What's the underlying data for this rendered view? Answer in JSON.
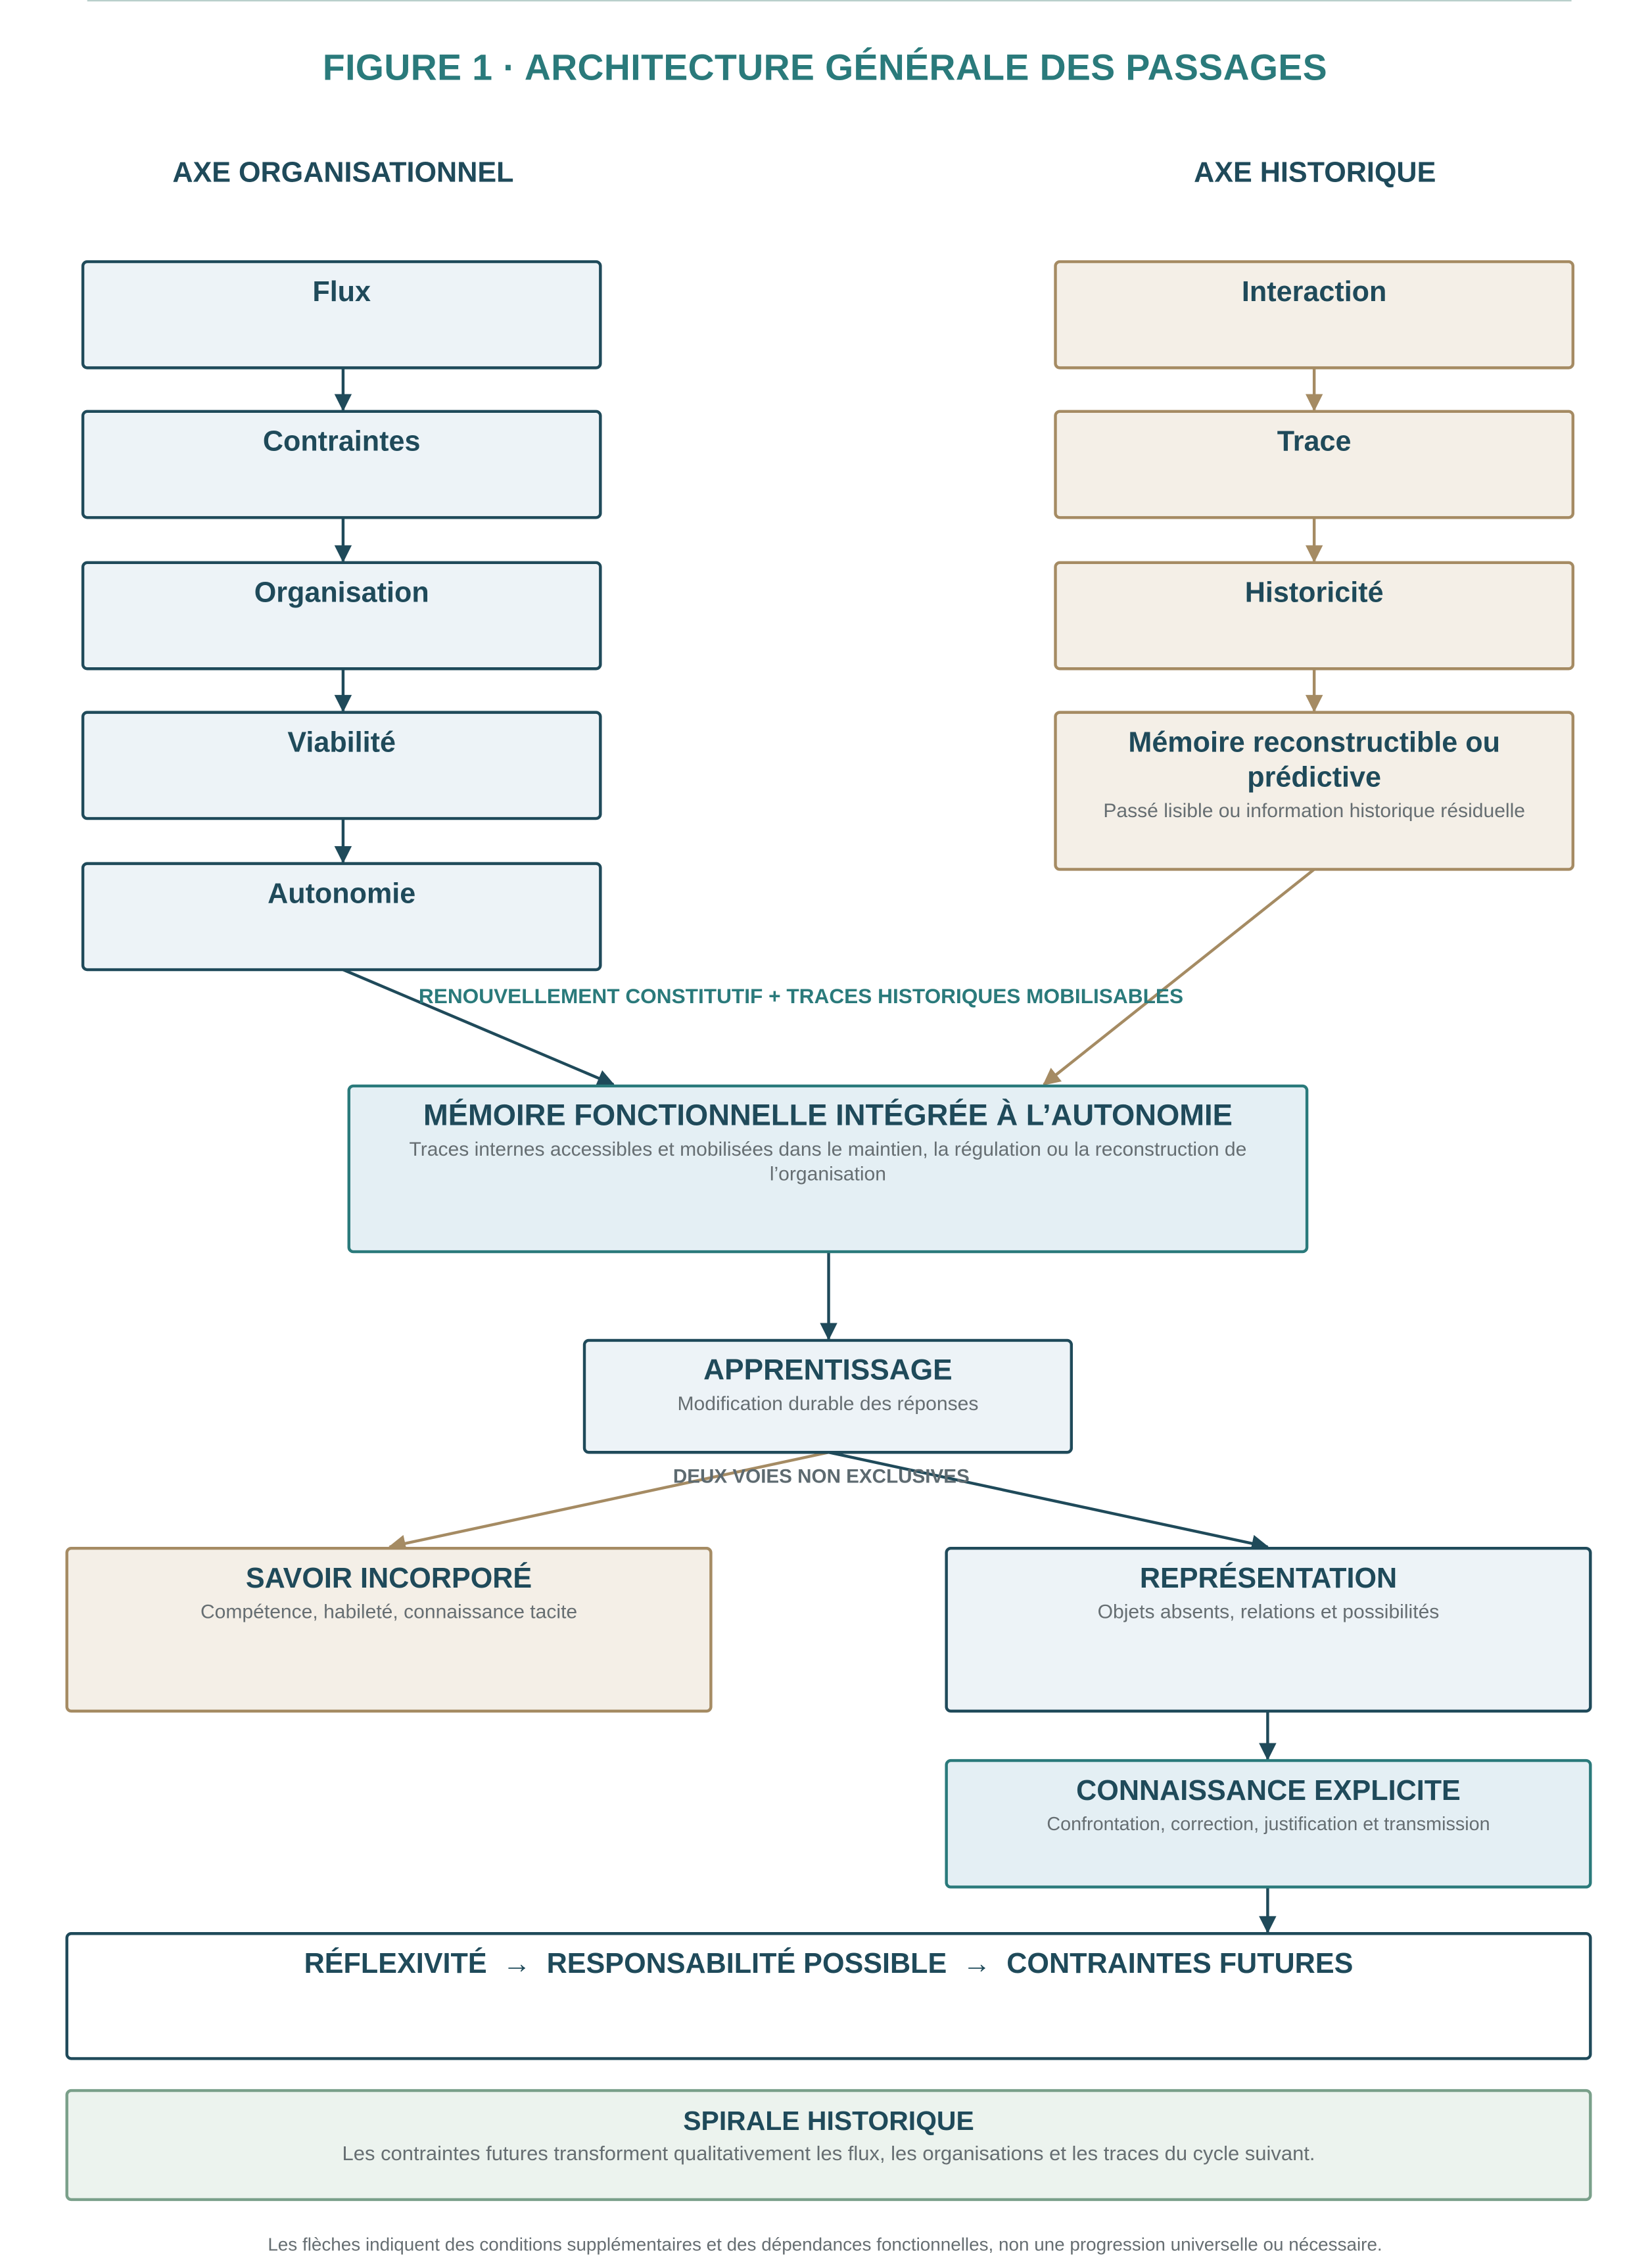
{
  "title": "FIGURE 1 · ARCHITECTURE GÉNÉRALE DES PASSAGES",
  "axes": {
    "left": "AXE ORGANISATIONNEL",
    "right": "AXE HISTORIQUE"
  },
  "org_column": [
    "Flux",
    "Contraintes",
    "Organisation",
    "Viabilité",
    "Autonomie"
  ],
  "hist_column": {
    "items": [
      "Interaction",
      "Trace",
      "Historicité"
    ],
    "memory": {
      "title": "Mémoire reconstructible ou prédictive",
      "subtitle": "Passé lisible ou information historique résiduelle"
    }
  },
  "junction_label": "RENOUVELLEMENT CONSTITUTIF  +  TRACES HISTORIQUES MOBILISABLES",
  "functional_memory": {
    "title": "MÉMOIRE FONCTIONNELLE INTÉGRÉE À L’AUTONOMIE",
    "subtitle": "Traces internes accessibles et mobilisées dans le maintien, la régulation ou la reconstruction de l’organisation"
  },
  "learning": {
    "title": "APPRENTISSAGE",
    "subtitle": "Modification durable des réponses"
  },
  "branch_label": "DEUX VOIES NON EXCLUSIVES",
  "embodied": {
    "title": "SAVOIR INCORPORÉ",
    "subtitle": "Compétence, habileté, connaissance tacite"
  },
  "representation": {
    "title": "REPRÉSENTATION",
    "subtitle": "Objets absents, relations et possibilités"
  },
  "explicit": {
    "title": "CONNAISSANCE EXPLICITE",
    "subtitle": "Confrontation, correction, justification et transmission"
  },
  "reflexivity": "RÉFLEXIVITÉ  →  RESPONSABILITÉ POSSIBLE  →  CONTRAINTES FUTURES",
  "spiral": {
    "title": "SPIRALE HISTORIQUE",
    "subtitle": "Les contraintes futures transforment qualitativement les flux, les organisations et les traces du cycle suivant."
  },
  "footnote": "Les flèches indiquent des conditions supplémentaires et des dépendances fonctionnelles, non une progression universelle ou nécessaire.",
  "colors": {
    "organisational": "#1f4a5a",
    "historical": "#a58b63",
    "accent": "#2a7a7b",
    "spiral": "#7aa08a"
  }
}
